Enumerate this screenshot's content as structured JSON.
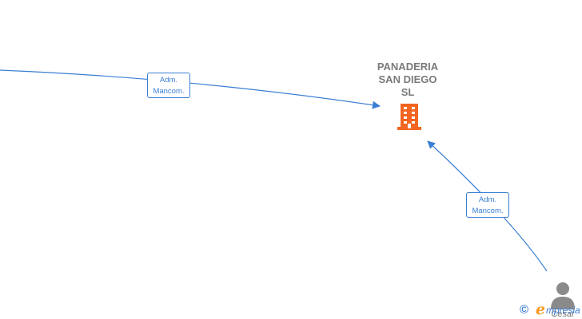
{
  "company": {
    "name_lines": [
      "PANADERIA",
      "SAN DIEGO",
      "SL"
    ],
    "icon": "building-icon",
    "color": "#f26522"
  },
  "edges": [
    {
      "label_lines": [
        "Adm.",
        "Mancom."
      ],
      "from": "offscreen-left",
      "to": "company"
    },
    {
      "label_lines": [
        "Adm.",
        "Mancom."
      ],
      "from": "person",
      "to": "company"
    }
  ],
  "person": {
    "name": "Cesar",
    "icon": "person-icon"
  },
  "watermark": {
    "copyright": "©",
    "brand_initial": "e",
    "brand_rest": "mpresia"
  },
  "colors": {
    "edge": "#3b7fd4",
    "label_text": "#7a7a7a",
    "brand_orange": "#f59a23"
  }
}
